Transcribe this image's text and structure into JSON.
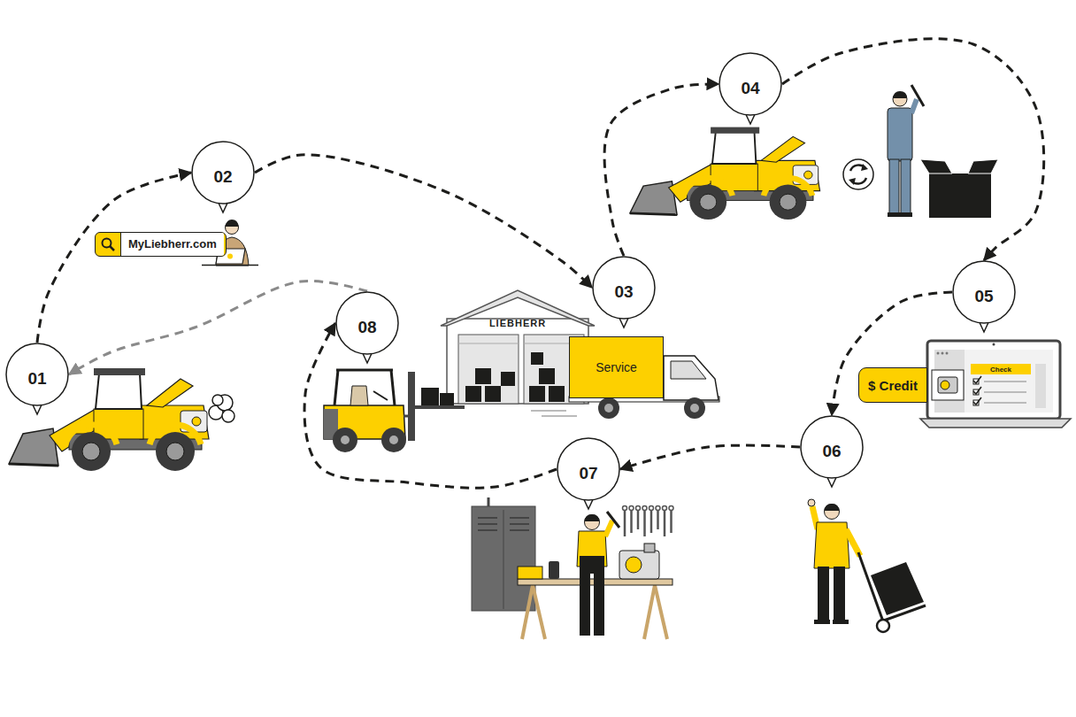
{
  "diagram": {
    "nodes": [
      {
        "text": [
          "01"
        ]
      },
      {
        "text": [
          "02"
        ]
      },
      {
        "text": [
          "MyLiebherr.com"
        ]
      },
      {
        "text": [
          "03"
        ]
      },
      {
        "text": [
          "Service"
        ]
      },
      {
        "text": [
          "04"
        ]
      },
      {
        "text": [
          "05"
        ]
      },
      {
        "text": [
          "$ Credit"
        ]
      },
      {
        "text": [
          "Check"
        ]
      },
      {
        "text": [
          "06"
        ]
      },
      {
        "text": [
          "07"
        ]
      },
      {
        "text": [
          "08"
        ]
      }
    ],
    "edges": [
      {
        "from": 0,
        "to": 1,
        "arrow": "to"
      },
      {
        "from": 1,
        "to": 3,
        "arrow": "to"
      },
      {
        "from": 3,
        "to": 5,
        "arrow": "to"
      },
      {
        "from": 5,
        "to": 6,
        "arrow": "to"
      },
      {
        "from": 6,
        "to": 9,
        "arrow": "to"
      },
      {
        "from": 9,
        "to": 10,
        "arrow": "to"
      },
      {
        "from": 10,
        "to": 11,
        "arrow": "to"
      },
      {
        "from": 11,
        "to": 0,
        "arrow": "to"
      }
    ],
    "labels": [
      "LIEBHERR"
    ]
  }
}
